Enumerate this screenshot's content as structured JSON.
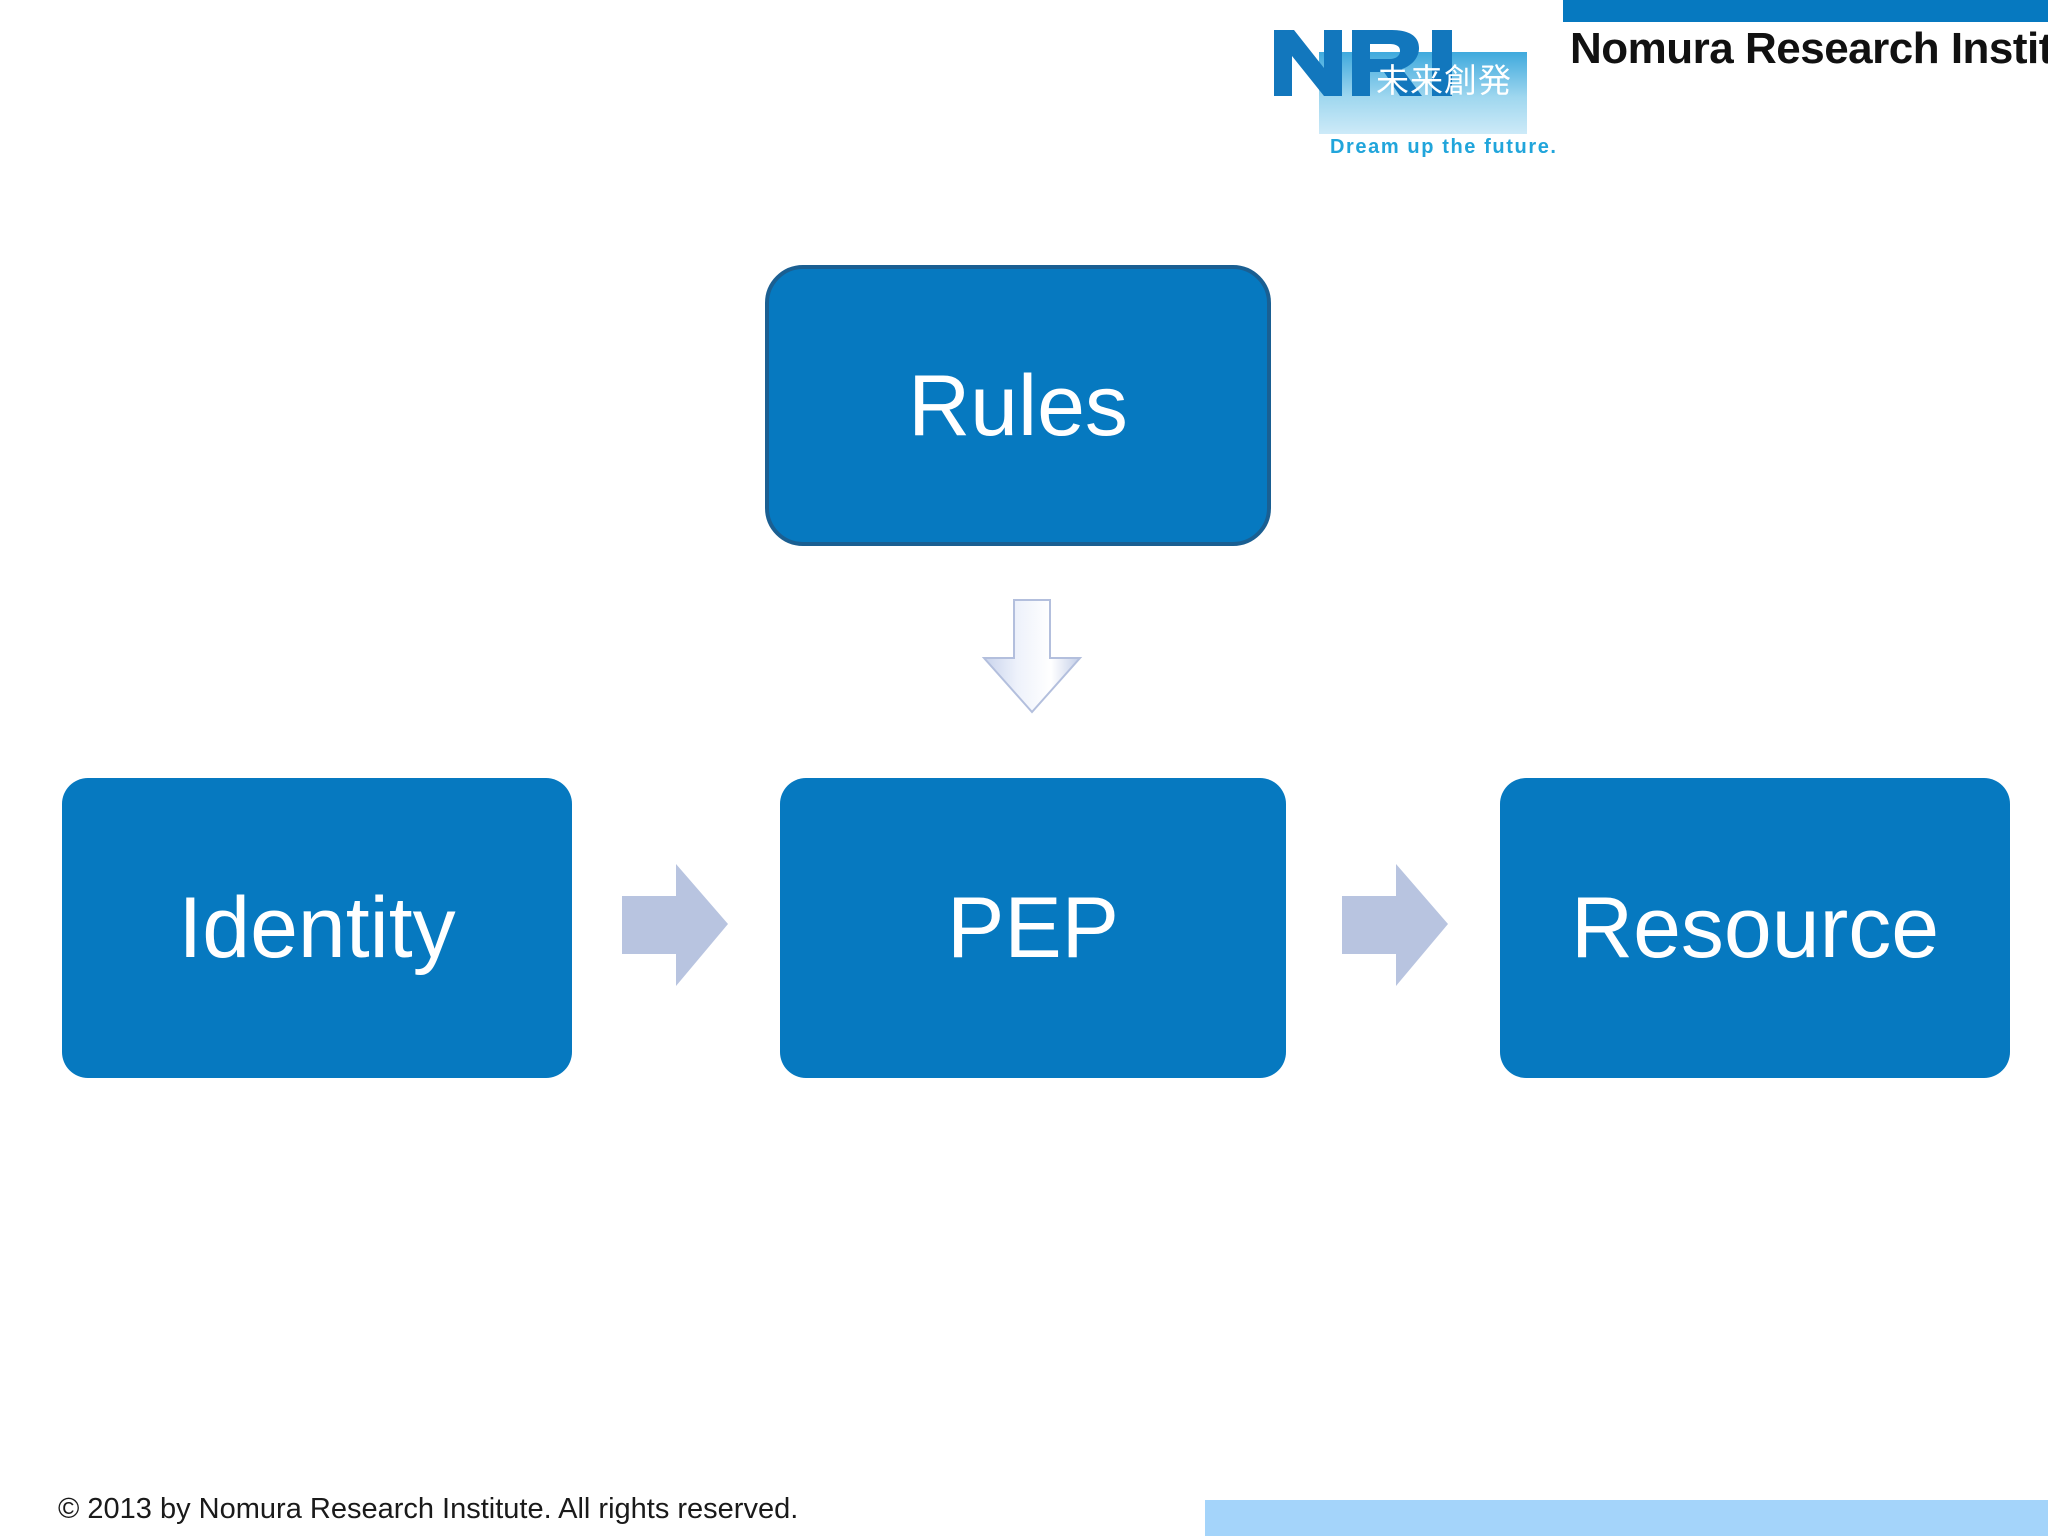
{
  "header": {
    "brand_title": "Nomura Research Institute",
    "logo": {
      "wordmark": "NRI",
      "kanji": "未来創発",
      "tagline": "Dream up the future."
    },
    "accent_color": "#0679C0"
  },
  "diagram": {
    "nodes": [
      {
        "id": "rules",
        "label": "Rules"
      },
      {
        "id": "identity",
        "label": "Identity"
      },
      {
        "id": "pep",
        "label": "PEP"
      },
      {
        "id": "resource",
        "label": "Resource"
      }
    ],
    "arrows": [
      {
        "id": "rules-to-pep",
        "direction": "down",
        "from": "rules",
        "to": "pep"
      },
      {
        "id": "identity-to-pep",
        "direction": "right",
        "from": "identity",
        "to": "pep"
      },
      {
        "id": "pep-to-resource",
        "direction": "right",
        "from": "pep",
        "to": "resource"
      }
    ],
    "node_fill_color": "#0679C0",
    "node_outline_color": "#1A5F92",
    "node_text_color": "#FFFFFF",
    "arrow_color": "#B8C4E0"
  },
  "footer": {
    "copyright": "© 2013 by Nomura Research Institute. All rights reserved.",
    "accent_color": "#A4D4FA"
  }
}
